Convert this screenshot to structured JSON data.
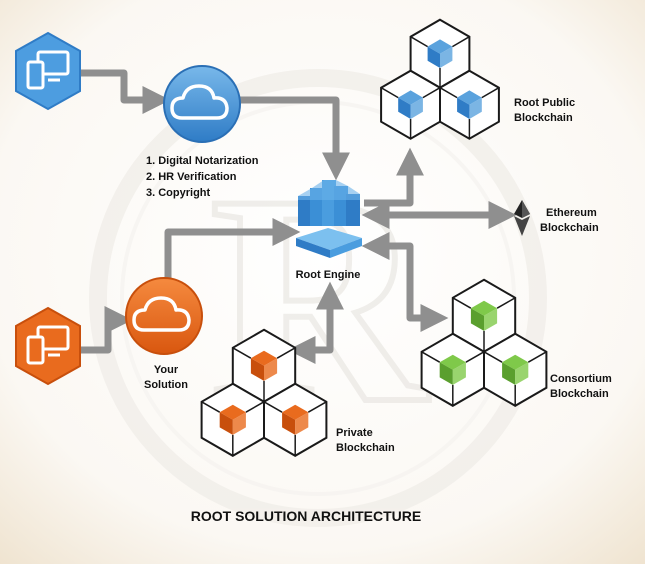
{
  "title": "ROOT SOLUTION ARCHITECTURE",
  "cloud_list": [
    "1. Digital Notarization",
    "2. HR Verification",
    "3. Copyright"
  ],
  "engine_label": "Root Engine",
  "solution_label": [
    "Your",
    "Solution"
  ],
  "public_label": [
    "Root Public",
    "Blockchain"
  ],
  "ethereum_label": [
    "Ethereum",
    "Blockchain"
  ],
  "consortium_label": [
    "Consortium",
    "Blockchain"
  ],
  "private_label": [
    "Private",
    "Blockchain"
  ],
  "watermark_letter": "R",
  "colors": {
    "arrow": "#8f8f8f",
    "blue": "#5aa2dd",
    "blue_dark": "#2f7cc6",
    "orange": "#e96b1e",
    "orange_dark": "#c84f0c",
    "green": "#7fc94a",
    "green_dark": "#5a9f2e",
    "engine": "#3b8fd6"
  },
  "icons": [
    "devices-icon",
    "cloud-icon",
    "root-engine-icon",
    "cube-icon",
    "ethereum-icon",
    "watermark-logo"
  ]
}
